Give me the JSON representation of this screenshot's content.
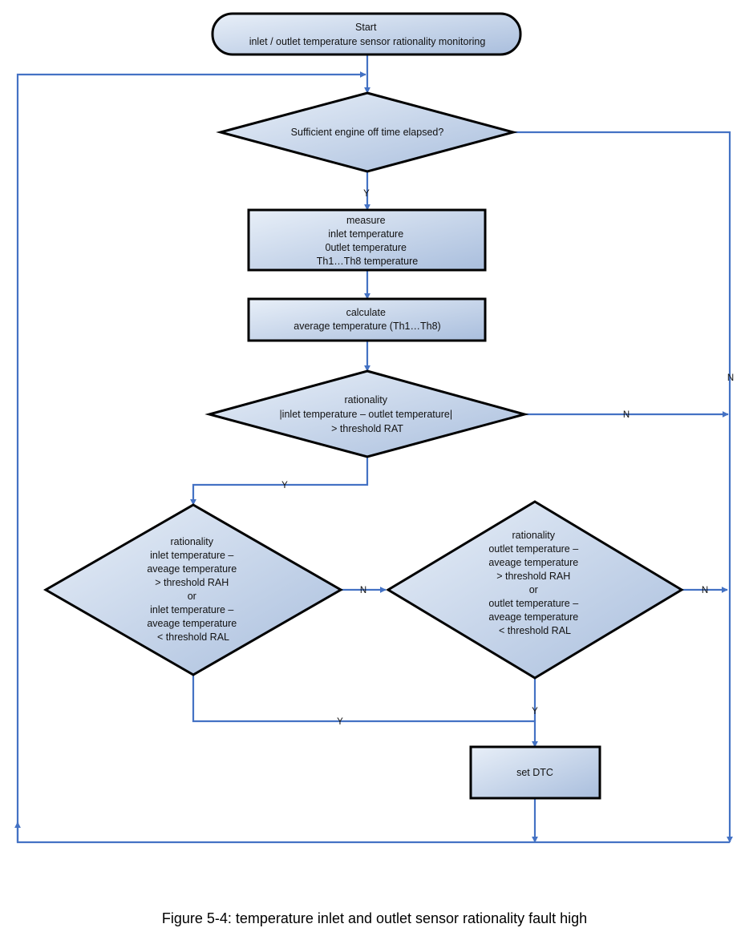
{
  "colors": {
    "connector": "#4472C4",
    "node_fill_light": "#E8EFF8",
    "node_fill_dark": "#A9BEDD",
    "node_stroke": "#000000"
  },
  "nodes": {
    "start": {
      "lines": [
        "Start",
        "inlet / outlet temperature sensor rationality monitoring"
      ]
    },
    "engine_off": {
      "lines": [
        "Sufficient engine off time elapsed?"
      ]
    },
    "measure": {
      "lines": [
        "measure",
        "inlet temperature",
        "0utlet temperature",
        "Th1…Th8 temperature"
      ]
    },
    "calculate": {
      "lines": [
        "calculate",
        "average temperature (Th1…Th8)"
      ]
    },
    "rat_check": {
      "lines": [
        "rationality",
        "|inlet temperature – outlet temperature|",
        "> threshold RAT"
      ]
    },
    "inlet_check": {
      "lines": [
        "rationality",
        "inlet temperature –",
        "aveage temperature",
        "> threshold RAH",
        "or",
        "inlet temperature –",
        "aveage temperature",
        "< threshold RAL"
      ]
    },
    "outlet_check": {
      "lines": [
        "rationality",
        "outlet temperature –",
        "aveage temperature",
        "> threshold RAH",
        "or",
        "outlet temperature –",
        "aveage temperature",
        "< threshold RAL"
      ]
    },
    "set_dtc": {
      "lines": [
        "set DTC"
      ]
    }
  },
  "edge_labels": {
    "engine_off_yes": "Y",
    "engine_off_no": "N",
    "rat_no": "N",
    "rat_yes": "Y",
    "inlet_no": "N",
    "inlet_yes": "Y",
    "outlet_no": "N",
    "outlet_yes": "Y"
  },
  "caption": "Figure 5-4: temperature inlet and outlet sensor rationality fault high"
}
